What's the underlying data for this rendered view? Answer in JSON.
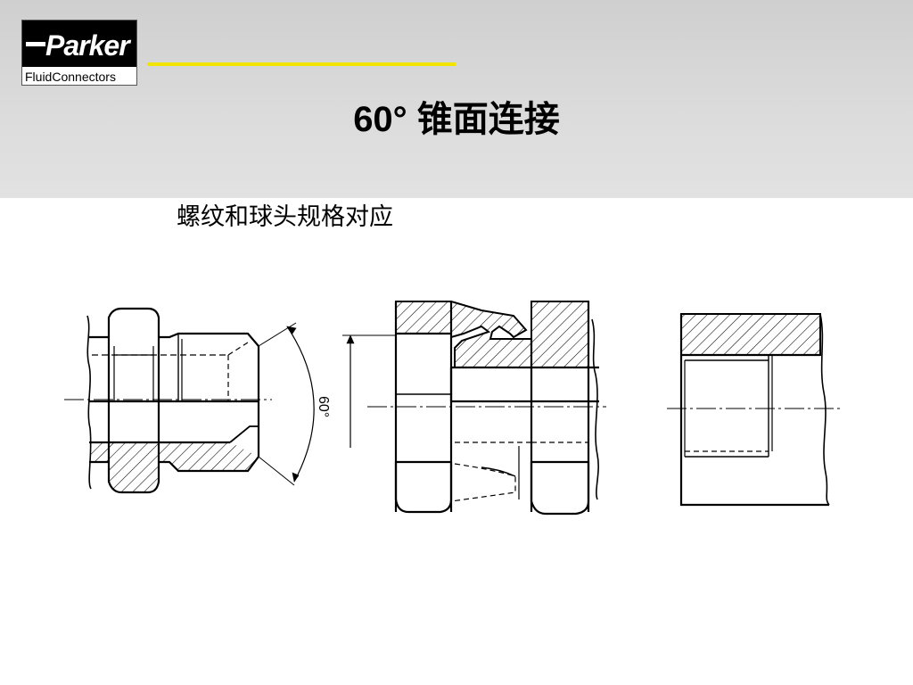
{
  "logo": {
    "brand": "Parker",
    "subtitle": "FluidConnectors"
  },
  "colors": {
    "accent_line": "#f0e400",
    "header_band": "#d9d9d9"
  },
  "title": "60° 锥面连接",
  "subtitle": "螺纹和球头规格对应",
  "figure": {
    "angle_label": "60°",
    "parts": [
      "plug-fitting",
      "union-nut-assembly",
      "threaded-socket"
    ]
  }
}
